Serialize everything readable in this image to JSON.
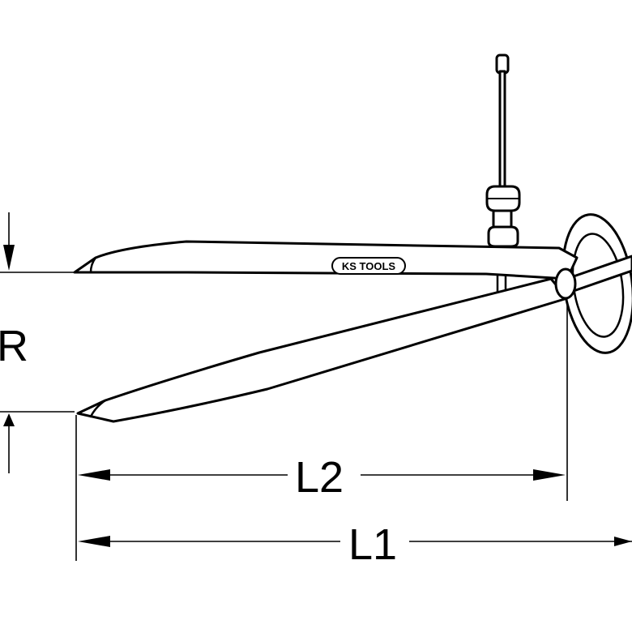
{
  "diagram": {
    "brand_logo": "KS TOOLS",
    "labels": {
      "radius": "R",
      "length_inner": "L2",
      "length_outer": "L1"
    },
    "colors": {
      "line": "#000000",
      "fill": "#ffffff"
    }
  }
}
